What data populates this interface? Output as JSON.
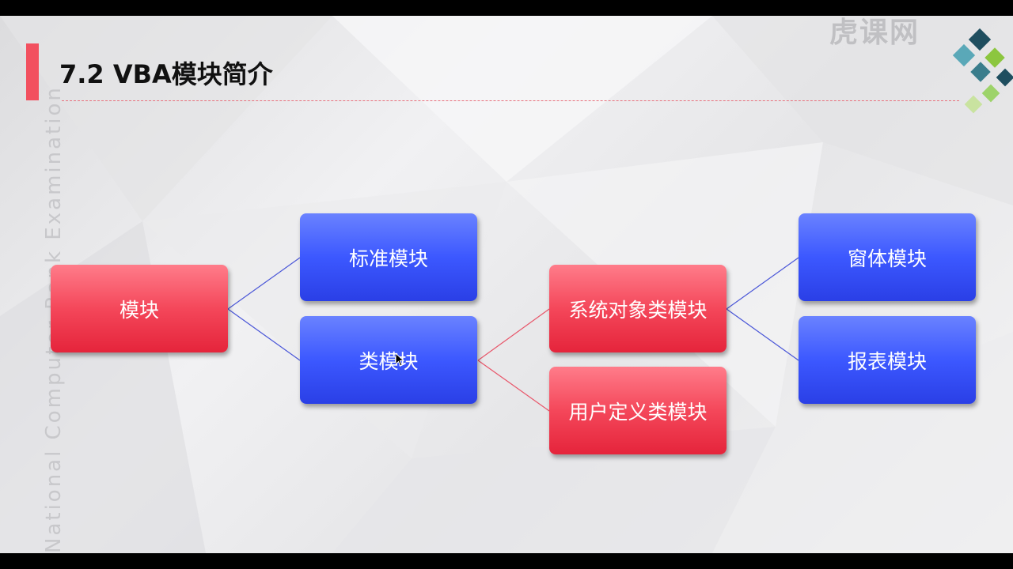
{
  "slide": {
    "title": "7.2 VBA模块简介",
    "side_text": "National Computer Rank Examination",
    "watermark": "虎课网"
  },
  "diagram": {
    "nodes": {
      "root": "模块",
      "standard": "标准模块",
      "class": "类模块",
      "system_object_class": "系统对象类模块",
      "user_defined_class": "用户定义类模块",
      "form": "窗体模块",
      "report": "报表模块"
    },
    "colors": {
      "red_node": "#f4475a",
      "blue_node": "#3c58ff",
      "blue_line": "#4a56d8",
      "red_line": "#e8566a",
      "accent": "#f2505f"
    }
  }
}
